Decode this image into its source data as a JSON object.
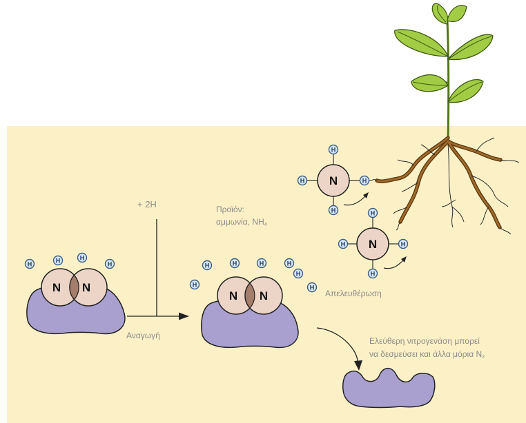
{
  "colors": {
    "soil": "#fcf1c6",
    "enzyme": "#a9a0cf",
    "nitrogen_atom": "#ecd4c7",
    "overlap": "#a27e6b",
    "hydrogen_fill": "#d8e6f4",
    "hydrogen_stroke": "#3a5f88",
    "leaf": "#a3cc45",
    "root": "#8a5a1c",
    "label_text": "#8a8a8a"
  },
  "atoms": {
    "nitrogen_symbol": "N",
    "hydrogen_symbol": "H"
  },
  "labels": {
    "plus_2h": "+ 2H",
    "reduction": "Αναγωγή",
    "product_line1": "Προϊόν:",
    "product_line2_prefix": "αμμωνία, NH",
    "product_line2_sub": "4",
    "release": "Απελευθέρωση",
    "free_line1": "Ελεύθερη νιτρογενάση μπορεί",
    "free_line2_prefix": "να δεσμεύσει και άλλα μόρια N",
    "free_line2_sub": "2"
  }
}
